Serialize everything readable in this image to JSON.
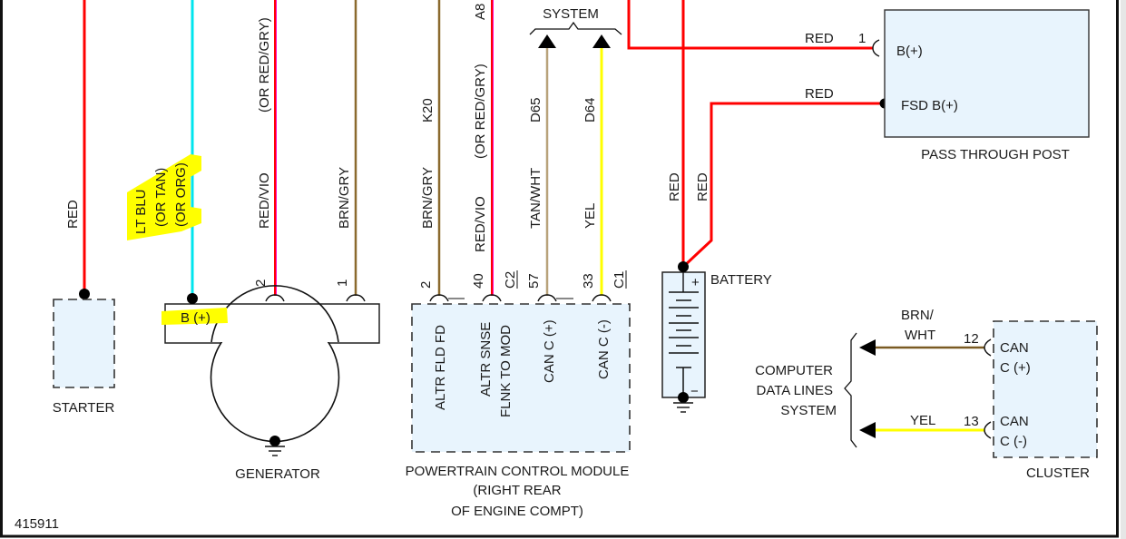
{
  "figure_id": "415911",
  "colors": {
    "red": "#ff0000",
    "lt_blu": "#00e5ee",
    "red_vio": "#ff0066",
    "brn_gry": "#8b6a2e",
    "tan_wht": "#b8a27a",
    "yel": "#ffff00",
    "brn_wht": "#7a5a22",
    "highlight": "#ffff00",
    "component_fill": "#e8f4fd"
  },
  "components": {
    "starter": {
      "label": "STARTER"
    },
    "generator": {
      "label": "GENERATOR",
      "terminal_bplus": "B (+)"
    },
    "pcm": {
      "label_line1": "POWERTRAIN CONTROL MODULE",
      "label_line2": "(RIGHT REAR",
      "label_line3": "OF ENGINE COMPT)",
      "pins": [
        {
          "pin": "2",
          "name": "ALTR FLD FD"
        },
        {
          "pin": "40",
          "name": "ALTR SNSE",
          "name2": "FLNK TO MOD"
        },
        {
          "pin": "57",
          "name": "CAN C (+)"
        },
        {
          "pin": "33",
          "name": "CAN C (-)"
        }
      ],
      "connectors": [
        "C2",
        "C1"
      ]
    },
    "battery": {
      "label": "BATTERY",
      "plus": "+",
      "minus": "−"
    },
    "pass_through_post": {
      "label": "PASS THROUGH POST",
      "terminals": [
        {
          "pin": "1",
          "name": "B(+)"
        },
        {
          "pin": "",
          "name": "FSD B(+)"
        }
      ]
    },
    "cluster": {
      "label": "CLUSTER",
      "terminals": [
        {
          "pin": "12",
          "line1": "CAN",
          "line2": "C (+)"
        },
        {
          "pin": "13",
          "line1": "CAN",
          "line2": "C (-)"
        }
      ]
    }
  },
  "system_labels": {
    "top_system": "SYSTEM",
    "cdl_line1": "COMPUTER",
    "cdl_line2": "DATA LINES",
    "cdl_line3": "SYSTEM"
  },
  "wires": {
    "starter": {
      "color_label": "RED"
    },
    "gen_bplus": {
      "line1": "LT BLU",
      "line2": "(OR TAN)",
      "line3": "(OR ORG)"
    },
    "gen_pin2": {
      "color_label": "RED/VIO",
      "alt": "(OR RED/GRY)",
      "pin": "2"
    },
    "gen_pin1": {
      "color_label": "BRN/GRY",
      "pin": "1"
    },
    "pcm_k20": {
      "color_label": "BRN/GRY",
      "circuit": "K20"
    },
    "pcm_a8": {
      "color_label": "RED/VIO",
      "alt": "(OR RED/GRY)",
      "circuit": "A8"
    },
    "pcm_d65": {
      "color_label": "TAN/WHT",
      "circuit": "D65"
    },
    "pcm_d64": {
      "color_label": "YEL",
      "circuit": "D64"
    },
    "ptp_b": {
      "color_label": "RED"
    },
    "ptp_fsd": {
      "color_label": "RED"
    },
    "batt_1": {
      "color_label": "RED"
    },
    "batt_2": {
      "color_label": "RED"
    },
    "cluster_12": {
      "line1": "BRN/",
      "line2": "WHT"
    },
    "cluster_13": {
      "color_label": "YEL"
    }
  }
}
